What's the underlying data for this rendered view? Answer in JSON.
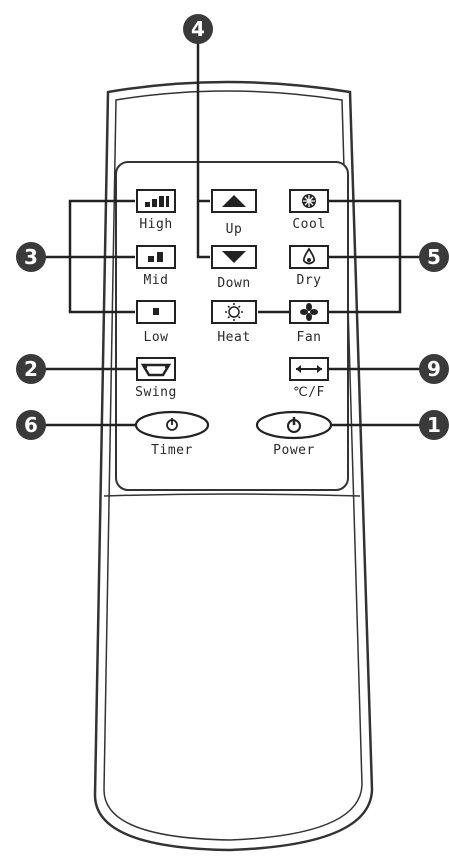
{
  "buttons": {
    "high": "High",
    "mid": "Mid",
    "low": "Low",
    "up": "Up",
    "down": "Down",
    "heat": "Heat",
    "cool": "Cool",
    "dry": "Dry",
    "fan": "Fan",
    "swing": "Swing",
    "cf": "℃/F",
    "timer": "Timer",
    "power": "Power"
  },
  "callouts": {
    "fan_speed": "3",
    "up_down": "4",
    "mode": "5",
    "swing": "2",
    "cf": "9",
    "timer": "6",
    "power": "1"
  },
  "icons": {
    "high": "fan-speed-high-icon",
    "mid": "fan-speed-mid-icon",
    "low": "fan-speed-low-icon",
    "up": "arrow-up-icon",
    "down": "arrow-down-icon",
    "heat": "sun-icon",
    "cool": "snowflake-icon",
    "dry": "droplet-icon",
    "fan": "fan-blade-icon",
    "swing": "swing-icon",
    "cf": "double-arrow-icon",
    "timer": "power-icon",
    "power": "power-icon"
  }
}
